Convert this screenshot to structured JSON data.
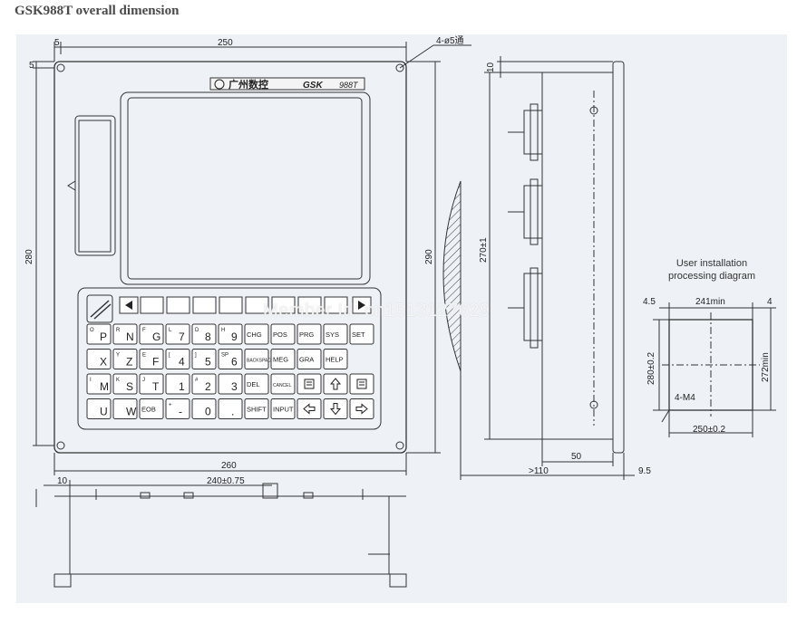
{
  "title": "GSK988T overall dimension",
  "front": {
    "dims": {
      "margin_x": "5",
      "margin_y": "5",
      "width_top": "250",
      "hole": "4-ø5通",
      "height_left": "280",
      "height_right": "290",
      "width_bottom": "260"
    },
    "brand": {
      "cn": "广州数控",
      "gsk": "GSK",
      "model": "988T"
    },
    "keys": [
      {
        "sub": "O",
        "main": "P"
      },
      {
        "sub": "R",
        "main": "N"
      },
      {
        "sub": "F",
        "main": "G"
      },
      {
        "sub": "L",
        "main": "7"
      },
      {
        "sub": "D",
        "main": "8"
      },
      {
        "sub": "H",
        "main": "9"
      },
      {
        "sub": "",
        "main": "CHG"
      },
      {
        "sub": "",
        "main": "POS"
      },
      {
        "sub": "",
        "main": "PRG"
      },
      {
        "sub": "",
        "main": "SYS"
      },
      {
        "sub": "",
        "main": "SET"
      },
      {
        "sub": "",
        "main": "X"
      },
      {
        "sub": "Y",
        "main": "Z"
      },
      {
        "sub": "E",
        "main": "F"
      },
      {
        "sub": "[",
        "main": "4"
      },
      {
        "sub": "]",
        "main": "5"
      },
      {
        "sub": "SP",
        "main": "6"
      },
      {
        "sub": "",
        "main": "BACKSPACE"
      },
      {
        "sub": "",
        "main": "MEG"
      },
      {
        "sub": "",
        "main": "GRA"
      },
      {
        "sub": "",
        "main": "HELP"
      },
      {
        "sub": "I",
        "main": "M"
      },
      {
        "sub": "K",
        "main": "S"
      },
      {
        "sub": "J",
        "main": "T"
      },
      {
        "sub": "",
        "main": "1"
      },
      {
        "sub": "#",
        "main": "2"
      },
      {
        "sub": "",
        "main": "3"
      },
      {
        "sub": "",
        "main": "DEL"
      },
      {
        "sub": "",
        "main": "CANCEL"
      },
      {
        "sub": "",
        "main": "page-up"
      },
      {
        "sub": "",
        "main": "up-arrow"
      },
      {
        "sub": "",
        "main": "page-down"
      },
      {
        "sub": "",
        "main": "U"
      },
      {
        "sub": "",
        "main": "W"
      },
      {
        "sub": "",
        "main": "EOB"
      },
      {
        "sub": "+",
        "main": "-"
      },
      {
        "sub": "",
        "main": "0"
      },
      {
        "sub": "",
        "main": "."
      },
      {
        "sub": "",
        "main": "SHIFT"
      },
      {
        "sub": "",
        "main": "INPUT"
      },
      {
        "sub": "",
        "main": "left-arrow"
      },
      {
        "sub": "",
        "main": "down-arrow"
      },
      {
        "sub": "",
        "main": "right-arrow"
      }
    ]
  },
  "side": {
    "dims": {
      "top": "10",
      "height": "270±1",
      "depth": "50",
      "total": ">110",
      "edge": "9.5"
    }
  },
  "bottom": {
    "dims": {
      "offset": "10",
      "width": "240±0.75"
    }
  },
  "install": {
    "caption_line1": "User installation",
    "caption_line2": "processing diagram",
    "dims": {
      "left": "4.5",
      "width_min": "241min",
      "right": "4",
      "height": "280±0.2",
      "height_min": "272min",
      "screw": "4-M4",
      "width": "250±0.2"
    }
  },
  "watermark": "Member Id: cn1513127629"
}
